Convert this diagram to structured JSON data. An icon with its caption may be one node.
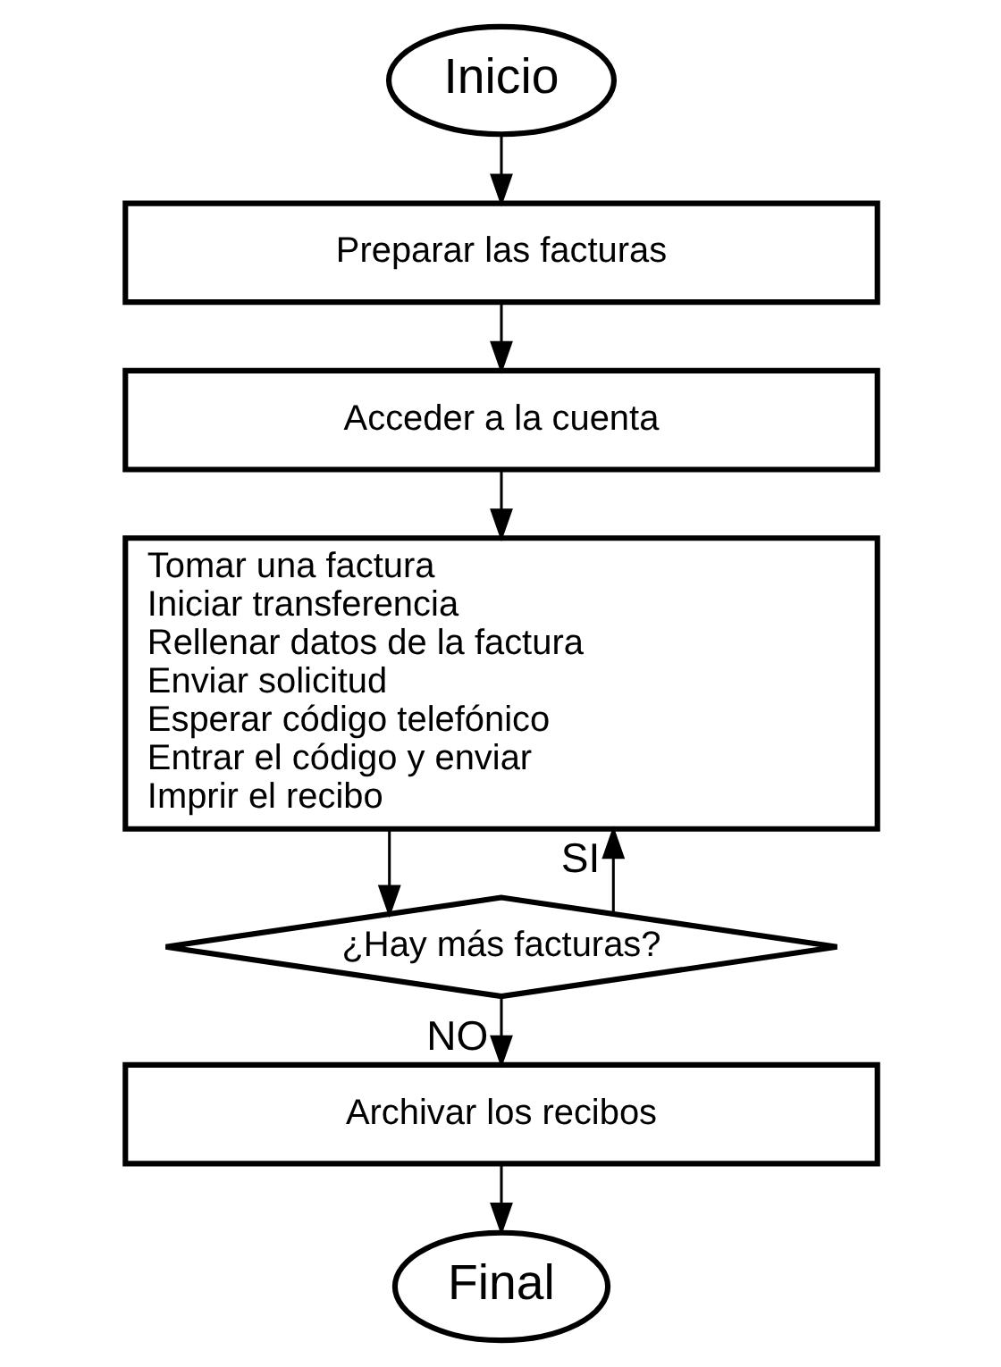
{
  "diagram": {
    "nodes": [
      {
        "text": [
          "Inicio"
        ]
      },
      {
        "text": [
          "Preparar las facturas"
        ]
      },
      {
        "text": [
          "Acceder a la cuenta"
        ]
      },
      {
        "text": [
          "Tomar una factura",
          "Iniciar transferencia",
          "Rellenar datos de la factura",
          "Enviar solicitud",
          "Esperar código telefónico",
          "Entrar el código y enviar",
          "Imprir el recibo"
        ]
      },
      {
        "text": [
          "¿Hay más facturas?"
        ]
      },
      {
        "text": [
          "Archivar los recibos"
        ]
      },
      {
        "text": [
          "Final"
        ]
      }
    ],
    "edges": [
      {
        "from": 0,
        "to": 1,
        "arrow": "to"
      },
      {
        "from": 1,
        "to": 2,
        "arrow": "to"
      },
      {
        "from": 2,
        "to": 3,
        "arrow": "to"
      },
      {
        "from": 3,
        "to": 4,
        "arrow": "to"
      },
      {
        "from": 4,
        "to": 3,
        "arrow": "to",
        "label": "SI"
      },
      {
        "from": 4,
        "to": 5,
        "arrow": "to",
        "label": "NO"
      },
      {
        "from": 5,
        "to": 6,
        "arrow": "to"
      }
    ]
  }
}
